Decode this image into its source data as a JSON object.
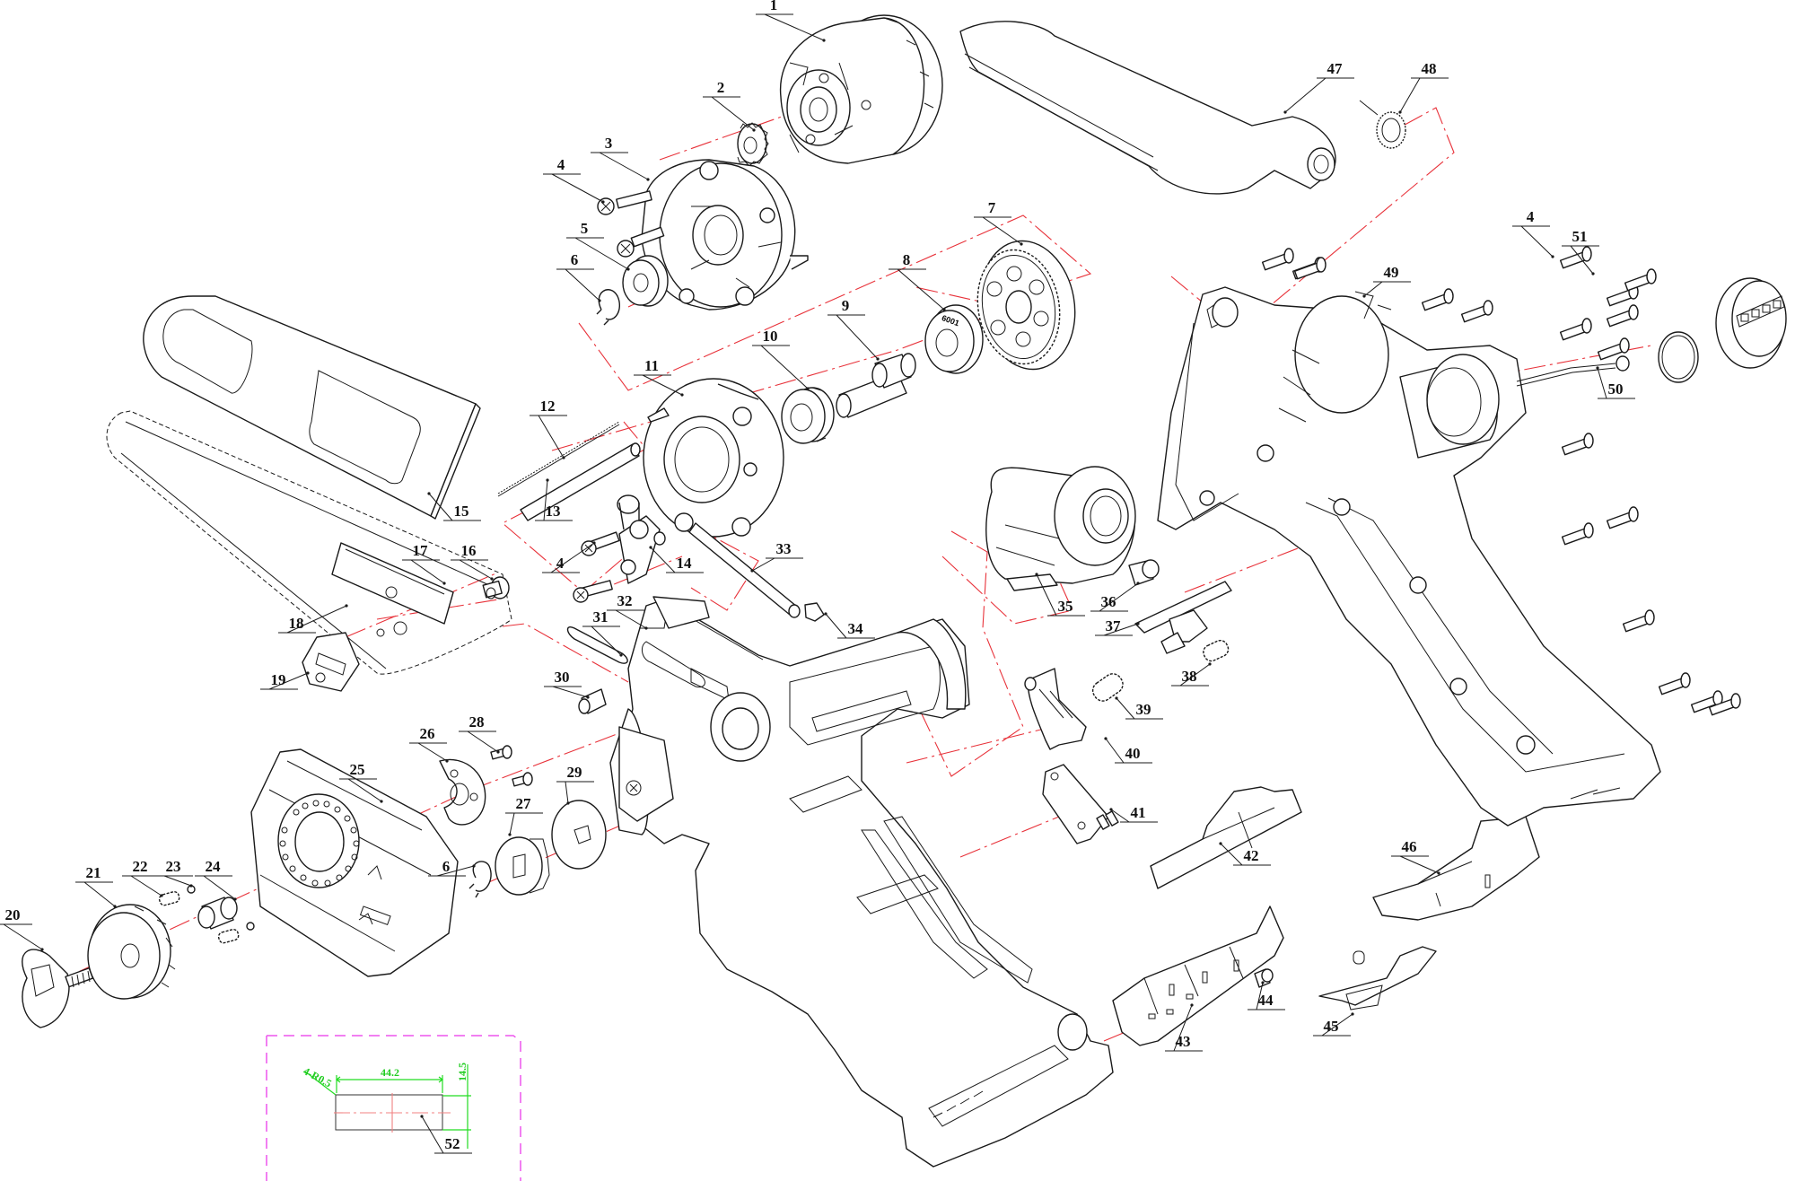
{
  "diagram": {
    "title": "Cordless pruning chainsaw exploded parts view",
    "colors": {
      "line": "#1a1a1a",
      "axis_line": "#e8323a",
      "detail_frame": "#ee55ee",
      "dimension": "#22cc22",
      "background": "#ffffff"
    },
    "callouts": [
      {
        "id": "1",
        "label": "1",
        "part": "motor"
      },
      {
        "id": "2",
        "label": "2",
        "part": "pinion-gear"
      },
      {
        "id": "3",
        "label": "3",
        "part": "gearbox-front-cover"
      },
      {
        "id": "4a",
        "label": "4",
        "part": "screw"
      },
      {
        "id": "5",
        "label": "5",
        "part": "bearing"
      },
      {
        "id": "6a",
        "label": "6",
        "part": "circlip"
      },
      {
        "id": "7",
        "label": "7",
        "part": "main-gear"
      },
      {
        "id": "8",
        "label": "8",
        "part": "bearing-6001"
      },
      {
        "id": "9",
        "label": "9",
        "part": "output-shaft"
      },
      {
        "id": "10",
        "label": "10",
        "part": "oil-seal"
      },
      {
        "id": "11",
        "label": "11",
        "part": "gearbox-rear-cover"
      },
      {
        "id": "12",
        "label": "12",
        "part": "spring"
      },
      {
        "id": "13",
        "label": "13",
        "part": "pin-rod"
      },
      {
        "id": "4b",
        "label": "4",
        "part": "screw"
      },
      {
        "id": "14",
        "label": "14",
        "part": "oil-pump-block"
      },
      {
        "id": "15",
        "label": "15",
        "part": "bar-guard"
      },
      {
        "id": "16",
        "label": "16",
        "part": "bar-stud"
      },
      {
        "id": "17",
        "label": "17",
        "part": "saw-chain"
      },
      {
        "id": "18",
        "label": "18",
        "part": "guide-bar"
      },
      {
        "id": "19",
        "label": "19",
        "part": "chain-tensioner-plate"
      },
      {
        "id": "20",
        "label": "20",
        "part": "knob-lever"
      },
      {
        "id": "21",
        "label": "21",
        "part": "tension-knob"
      },
      {
        "id": "22",
        "label": "22",
        "part": "spring"
      },
      {
        "id": "23",
        "label": "23",
        "part": "steel-ball"
      },
      {
        "id": "24",
        "label": "24",
        "part": "bushing"
      },
      {
        "id": "25",
        "label": "25",
        "part": "sprocket-cover"
      },
      {
        "id": "26",
        "label": "26",
        "part": "chain-catcher"
      },
      {
        "id": "28",
        "label": "28",
        "part": "screw"
      },
      {
        "id": "6b",
        "label": "6",
        "part": "circlip"
      },
      {
        "id": "27",
        "label": "27",
        "part": "sprocket"
      },
      {
        "id": "29",
        "label": "29",
        "part": "washer"
      },
      {
        "id": "30",
        "label": "30",
        "part": "pin"
      },
      {
        "id": "31",
        "label": "31",
        "part": "slot-gasket"
      },
      {
        "id": "32",
        "label": "32",
        "part": "left-housing"
      },
      {
        "id": "33",
        "label": "33",
        "part": "oil-tube"
      },
      {
        "id": "34",
        "label": "34",
        "part": "connector"
      },
      {
        "id": "35",
        "label": "35",
        "part": "oil-tank"
      },
      {
        "id": "36",
        "label": "36",
        "part": "oil-cap-fitting"
      },
      {
        "id": "37",
        "label": "37",
        "part": "lock-slider"
      },
      {
        "id": "38",
        "label": "38",
        "part": "spring"
      },
      {
        "id": "39",
        "label": "39",
        "part": "trigger-spring"
      },
      {
        "id": "40",
        "label": "40",
        "part": "trigger"
      },
      {
        "id": "41",
        "label": "41",
        "part": "switch"
      },
      {
        "id": "42",
        "label": "42",
        "part": "control-board"
      },
      {
        "id": "43",
        "label": "43",
        "part": "battery-terminal-left"
      },
      {
        "id": "44",
        "label": "44",
        "part": "pin"
      },
      {
        "id": "45",
        "label": "45",
        "part": "battery-latch"
      },
      {
        "id": "46",
        "label": "46",
        "part": "battery-terminal-right"
      },
      {
        "id": "47",
        "label": "47",
        "part": "safety-guard-arm"
      },
      {
        "id": "48",
        "label": "48",
        "part": "torsion-spring"
      },
      {
        "id": "49",
        "label": "49",
        "part": "right-housing"
      },
      {
        "id": "4c",
        "label": "4",
        "part": "screw"
      },
      {
        "id": "50",
        "label": "50",
        "part": "light-cable"
      },
      {
        "id": "51",
        "label": "51",
        "part": "led-light-ring"
      },
      {
        "id": "52",
        "label": "52",
        "part": "rubber-pad"
      }
    ],
    "bearing_marking": "6001",
    "detail_view": {
      "part_label": "52",
      "dimensions": {
        "length": "44.2",
        "height": "14.5",
        "corner_radius": "4-R0.5"
      }
    }
  }
}
